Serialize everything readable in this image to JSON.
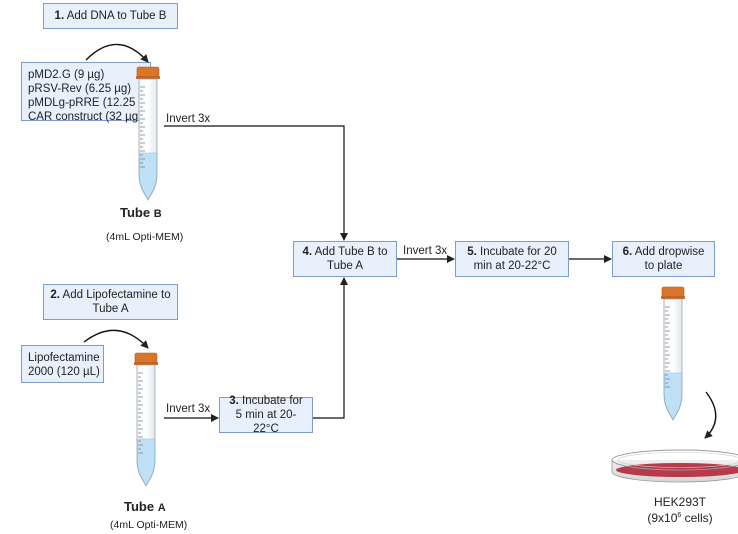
{
  "steps": {
    "s1": {
      "num": "1.",
      "text": "Add DNA to Tube B"
    },
    "s2": {
      "num": "2.",
      "text": "Add Lipofectamine to Tube A"
    },
    "s3": {
      "num": "3.",
      "text": "Incubate for 5 min at 20-22°C"
    },
    "s4": {
      "num": "4.",
      "text": "Add Tube B to Tube A"
    },
    "s5": {
      "num": "5.",
      "text": "Incubate for 20 min at 20-22°C"
    },
    "s6": {
      "num": "6.",
      "text": "Add dropwise to plate"
    }
  },
  "reagents_b": [
    "pMD2.G (9 µg)",
    "pRSV-Rev (6.25 µg)",
    "pMDLg-pRRE (12.25 µg)",
    "CAR construct (32 µg)"
  ],
  "reagents_a": [
    "Lipofectamine",
    "2000 (120 µL)"
  ],
  "invert_label": "Invert 3x",
  "tube_b": {
    "title": "Tube",
    "letter": "B",
    "subtitle": "(4mL Opti-MEM)"
  },
  "tube_a": {
    "title": "Tube",
    "letter": "A",
    "subtitle": "(4mL Opti-MEM)"
  },
  "plate": {
    "line1": "HEK293T",
    "line2_prefix": "(9x10",
    "line2_sup": "6",
    "line2_suffix": " cells)"
  },
  "colors": {
    "box_fill": "#e8f0fb",
    "box_border": "#7e9ccf",
    "cap": "#d9742b",
    "liquid": "#bfe0f5",
    "plate_media": "#b0283a"
  }
}
